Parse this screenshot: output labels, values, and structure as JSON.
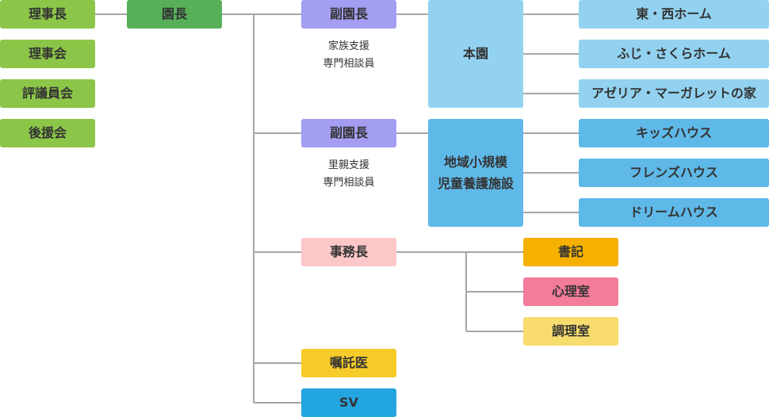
{
  "board": [
    "理事長",
    "理事会",
    "評議員会",
    "後援会"
  ],
  "director": "園長",
  "vice1": {
    "label": "副園長",
    "note": [
      "家族支援",
      "専門相談員"
    ]
  },
  "vice2": {
    "label": "副園長",
    "note": [
      "里親支援",
      "専門相談員"
    ]
  },
  "main_facility": {
    "label": "本園",
    "homes": [
      "東・西ホーム",
      "ふじ・さくらホーム",
      "アゼリア・マーガレットの家"
    ]
  },
  "community_facility": {
    "label_lines": [
      "地域小規模",
      "児童養護施設"
    ],
    "homes": [
      "キッズハウス",
      "フレンズハウス",
      "ドリームハウス"
    ]
  },
  "admin": {
    "label": "事務長",
    "units": [
      "書記",
      "心理室",
      "調理室"
    ]
  },
  "doctor": "嘱託医",
  "sv": "SV",
  "colors": {
    "board": "#8cc648",
    "director": "#57b057",
    "vice": "#a49ef2",
    "main_facility": "#92d2f0",
    "community_facility": "#5fb9e8",
    "admin": "#fcc7c7",
    "secretary": "#f6b100",
    "psychology": "#f47c9b",
    "kitchen": "#f8dc6e",
    "doctor": "#f6cb2a",
    "sv": "#23a5e0",
    "connector": "#a6a6a6"
  }
}
